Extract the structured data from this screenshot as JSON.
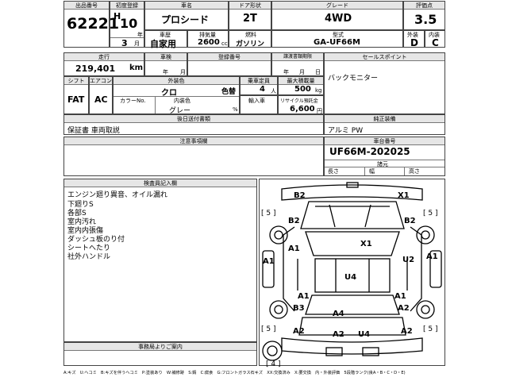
{
  "header": {
    "lot_label": "出品番号",
    "lot_number": "62221",
    "reg_label": "初度登録",
    "era_mark": "H",
    "year": "10",
    "year_unit": "年",
    "month": "3",
    "month_unit": "月",
    "name_label": "車名",
    "car_name": "プロシード",
    "door_label": "ドア形状",
    "door": "2T",
    "grade_label": "グレード",
    "grade": "4WD",
    "score_label": "評価点",
    "score": "3.5",
    "use_label": "車歴",
    "use": "自家用",
    "disp_label": "排気量",
    "displacement": "2600",
    "disp_unit": "cc",
    "fuel_label": "燃料",
    "fuel": "ガソリン",
    "model_label": "型式",
    "model": "GA-UF66M",
    "ext_label": "外装",
    "int_label": "内装",
    "ext_grade": "D",
    "int_grade": "C"
  },
  "row2": {
    "mileage_label": "走行",
    "mileage": "219,401",
    "mileage_unit": "km",
    "inspect_label": "車検",
    "inspect_year": "年",
    "inspect_month": "月",
    "regno_label": "登録番号",
    "transfer_label": "譲渡書類期限",
    "transfer_year": "年",
    "transfer_month": "月",
    "transfer_day": "日",
    "sales_label": "セールスポイント",
    "sales_point": "バックモニター",
    "shift_label": "シフト",
    "shift": "FAT",
    "ac_label": "エアコン",
    "ac": "AC",
    "color_label": "外装色",
    "color": "クロ",
    "color_change": "色替",
    "color_no_label": "カラーNo.",
    "int_color_label": "内装色",
    "int_color": "グレー",
    "capacity_label": "乗車定員",
    "capacity": "4",
    "capacity_unit": "人",
    "payload_label": "最大積載量",
    "payload": "500",
    "payload_unit": "kg",
    "import_label": "輸入車",
    "recycle_label": "リサイクル預託金",
    "recycle": "6,600",
    "recycle_unit": "円",
    "count_unit": "%"
  },
  "equip": {
    "label": "後日送付書類",
    "text": "保証書 車両取説",
    "opt_label": "純正装備",
    "opt_text": "アルミ PW"
  },
  "notes": {
    "label": "注意事項欄",
    "frame_label": "車台番号",
    "frame_number": "UF66M-202025",
    "size_label": "諸元",
    "len": "長さ",
    "wid": "幅",
    "hei": "高さ"
  },
  "inspector": {
    "label": "検査員記入欄",
    "lines": [
      "エンジン廻り異音、オイル漏れ",
      "下廻りS",
      "各部S",
      "室内汚れ",
      "室内内張傷",
      "ダッシュ板のり付",
      "シートへたり",
      "社外ハンドル"
    ]
  },
  "office": {
    "label": "事務局よりご案内"
  },
  "diagram": {
    "marks": {
      "b2_top": "B2",
      "x1_top": "X1",
      "b2_left": "B2",
      "b2_right": "B2",
      "x1_mid": "X1",
      "a1_left": "A1",
      "u2_right": "U2",
      "a1_right": "A1",
      "u4_mid": "U4",
      "a1_l2": "A1",
      "a1_r2": "A1",
      "b3_left": "B3",
      "a2_right": "A2",
      "a4_mid": "A4",
      "a2_left": "A2",
      "a2_bot": "A2",
      "u4_bot": "U4",
      "a1_far": "A1",
      "br5_1": "[ 5 ]",
      "br5_2": "[ 5 ]",
      "br5_3": "[ 5 ]",
      "br5_4": "[ 5 ]",
      "br4": "[ 4 ]"
    }
  },
  "footer": {
    "legend": "A:キズ　U:ヘコミ　B:キズを伴うヘコミ　P:塗装あり　W:補修跡　S:錆　C:腐食　G:フロントガラス石キズ　XX:交換済み　X:要交換　内・外装評価　5段階ランク(良A・B・C・D・E)"
  }
}
